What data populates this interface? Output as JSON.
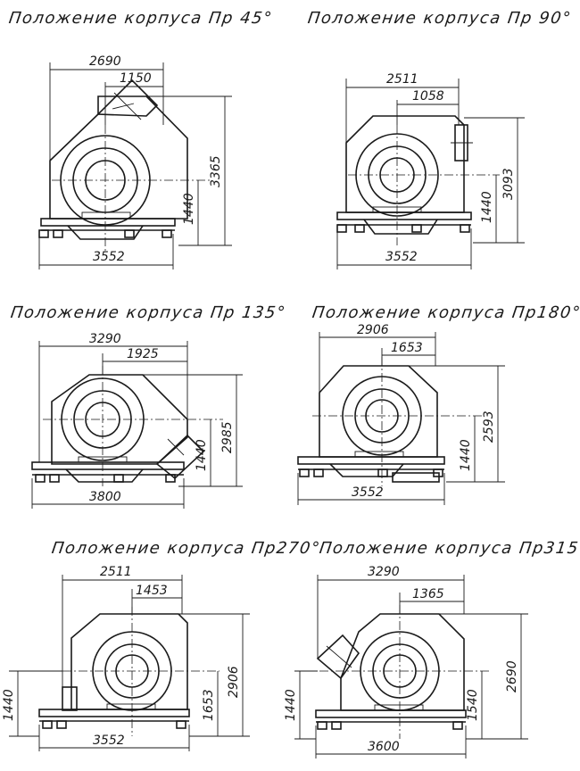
{
  "views": [
    {
      "title": "Положение корпуса Пр 45°",
      "dims": {
        "overall_width": "2690",
        "offset": "1150",
        "height": "3365",
        "axis_height": "1440",
        "base_width": "3552"
      }
    },
    {
      "title": "Положение корпуса Пр 90°",
      "dims": {
        "overall_width": "2511",
        "offset": "1058",
        "height": "3093",
        "axis_height": "1440",
        "base_width": "3552"
      }
    },
    {
      "title": "Положение корпуса Пр 135°",
      "dims": {
        "overall_width": "3290",
        "offset": "1925",
        "height": "2985",
        "axis_height": "1440",
        "base_width": "3800"
      }
    },
    {
      "title": "Положение корпуса Пр180°",
      "dims": {
        "overall_width": "2906",
        "offset": "1653",
        "height": "2593",
        "axis_height": "1440",
        "base_width": "3552"
      }
    },
    {
      "title": "Положение корпуса Пр270°",
      "dims": {
        "overall_width": "2511",
        "offset": "1453",
        "height": "2906",
        "axis_height": "1440",
        "secondary_height": "1653",
        "base_width": "3552"
      }
    },
    {
      "title": "Положение корпуса Пр315°",
      "dims": {
        "overall_width": "3290",
        "offset": "1365",
        "height": "2690",
        "axis_height": "1440",
        "secondary_height": "1540",
        "base_width": "3600"
      }
    }
  ]
}
